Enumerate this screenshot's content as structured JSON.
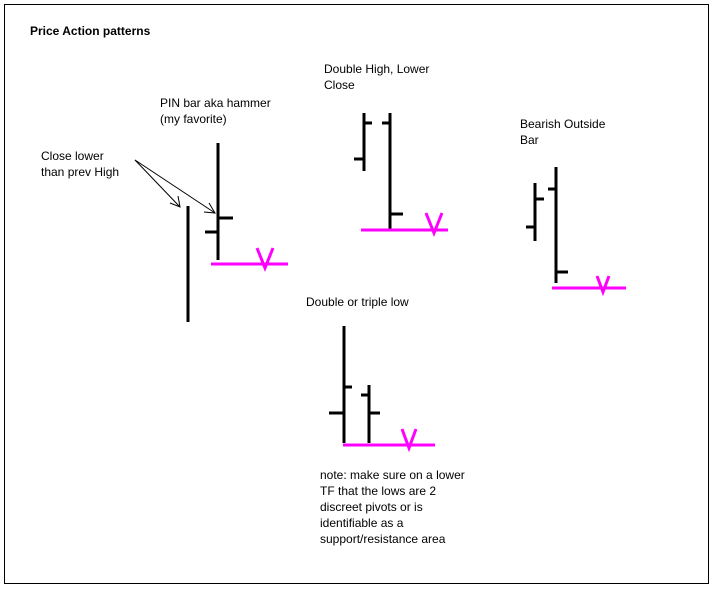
{
  "title": "Price Action patterns",
  "labels": {
    "close_lower": "Close lower\nthan prev High",
    "pin_bar": "PIN bar aka hammer\n(my favorite)",
    "double_high": "Double High, Lower\nClose",
    "bearish_outside": "Bearish Outside\nBar",
    "double_low": "Double or triple low",
    "note": "note: make sure on a lower\nTF that the lows are 2\ndiscreet pivots or is\nidentifiable as a\nsupport/resistance area"
  },
  "colors": {
    "bar": "#000000",
    "signal": "#ff00ff",
    "frame": "#000000"
  }
}
